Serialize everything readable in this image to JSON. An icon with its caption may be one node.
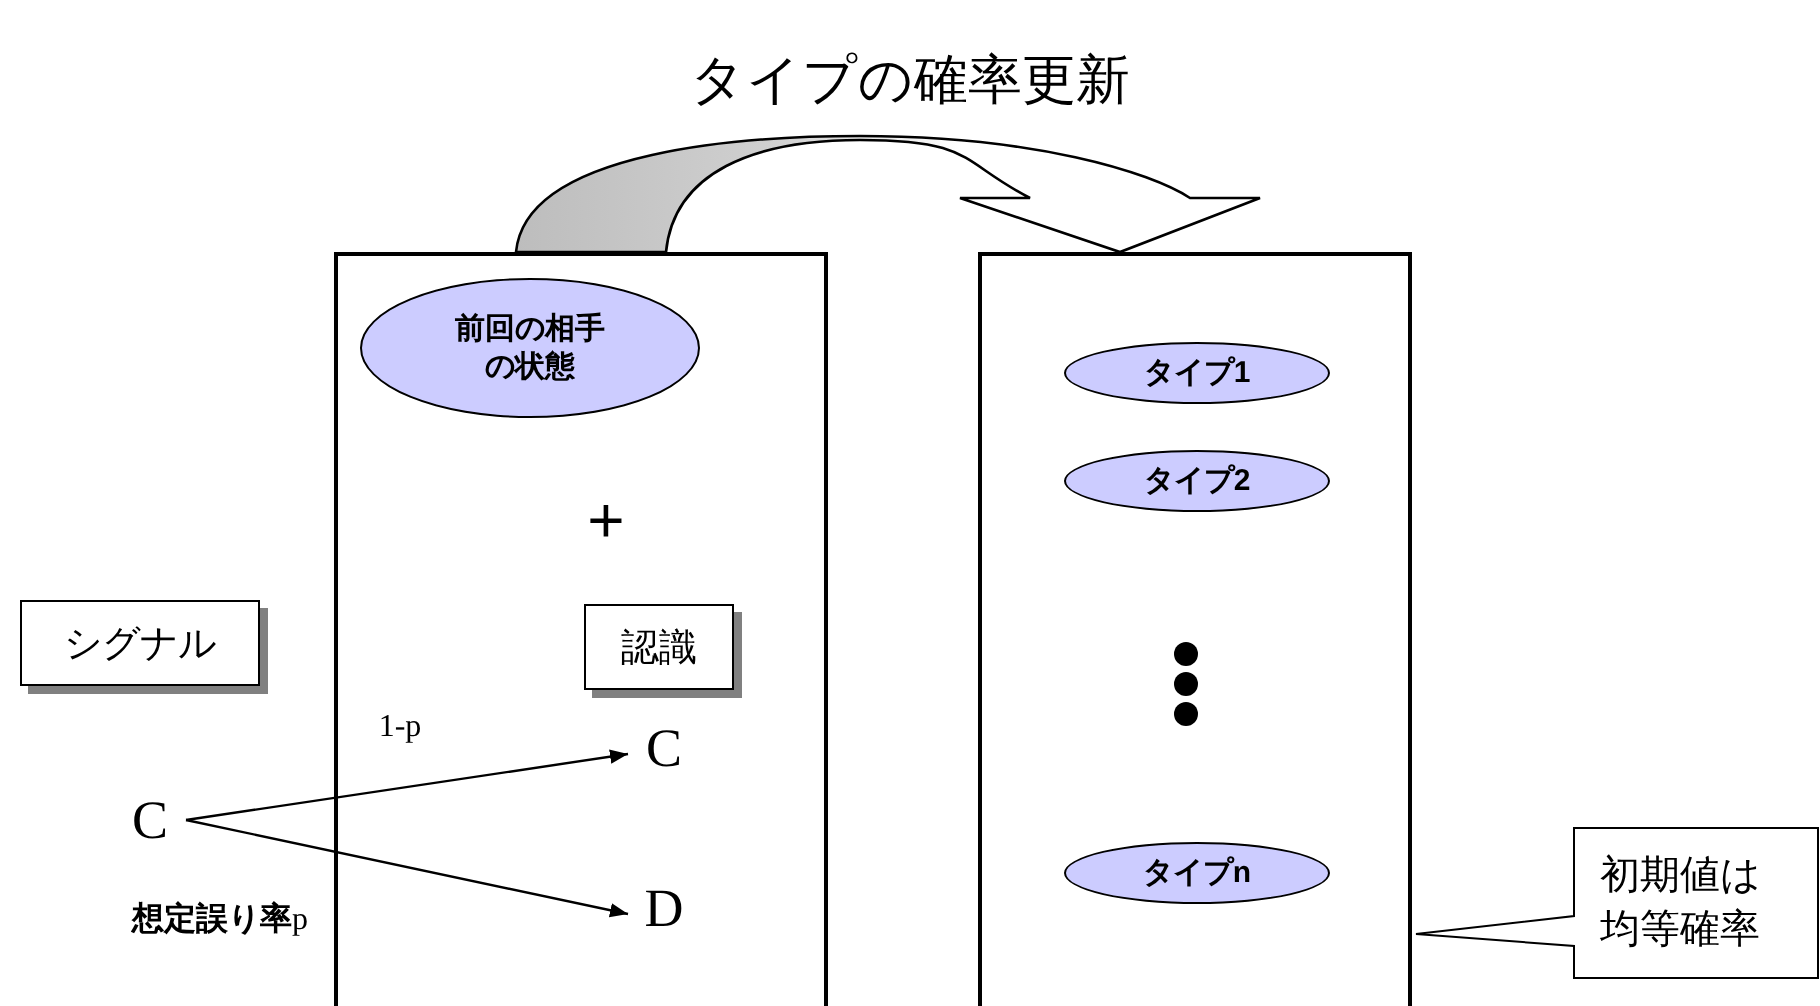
{
  "diagram": {
    "title": "タイプの確率更新",
    "nodes": [
      {
        "text": [],
        "shape": "box"
      },
      {
        "text": [
          "前回の相手の状態"
        ],
        "in": 0
      },
      {
        "text": [
          "認識"
        ],
        "in": 0
      },
      {
        "text": [
          "C"
        ],
        "in": 0
      },
      {
        "text": [
          "D"
        ],
        "in": 0
      },
      {
        "text": [],
        "shape": "box"
      },
      {
        "text": [
          "タイプ1"
        ],
        "in": 5
      },
      {
        "text": [
          "タイプ2"
        ],
        "in": 5
      },
      {
        "text": [
          "タイプn"
        ],
        "in": 5
      },
      {
        "text": [
          "シグナル"
        ]
      },
      {
        "text": [
          "C"
        ]
      },
      {
        "text": [
          "初期値は均等確率"
        ]
      }
    ],
    "edges": [
      {
        "from": 0,
        "to": 5,
        "arrow": "to",
        "style": "thick"
      },
      {
        "from": 10,
        "to": 3,
        "arrow": "to",
        "label": "1-p"
      },
      {
        "from": 10,
        "to": 4,
        "arrow": "to",
        "label": "**想定誤り率**p"
      }
    ],
    "labels": [
      "+"
    ]
  }
}
